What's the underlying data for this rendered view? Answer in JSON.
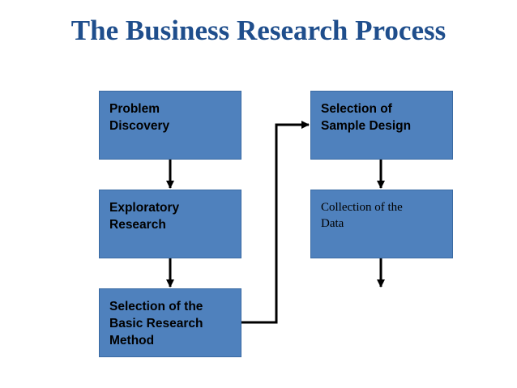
{
  "title": "The Business Research Process",
  "steps": [
    {
      "label": "Problem\nDiscovery"
    },
    {
      "label": "Exploratory\nResearch"
    },
    {
      "label": "Selection of the\nBasic Research\nMethod"
    },
    {
      "label": "Selection of\nSample Design"
    },
    {
      "label": "Collection of the\nData"
    }
  ],
  "colors": {
    "title": "#1f4e8c",
    "box_fill": "#4f81bd",
    "arrow": "#000000"
  }
}
